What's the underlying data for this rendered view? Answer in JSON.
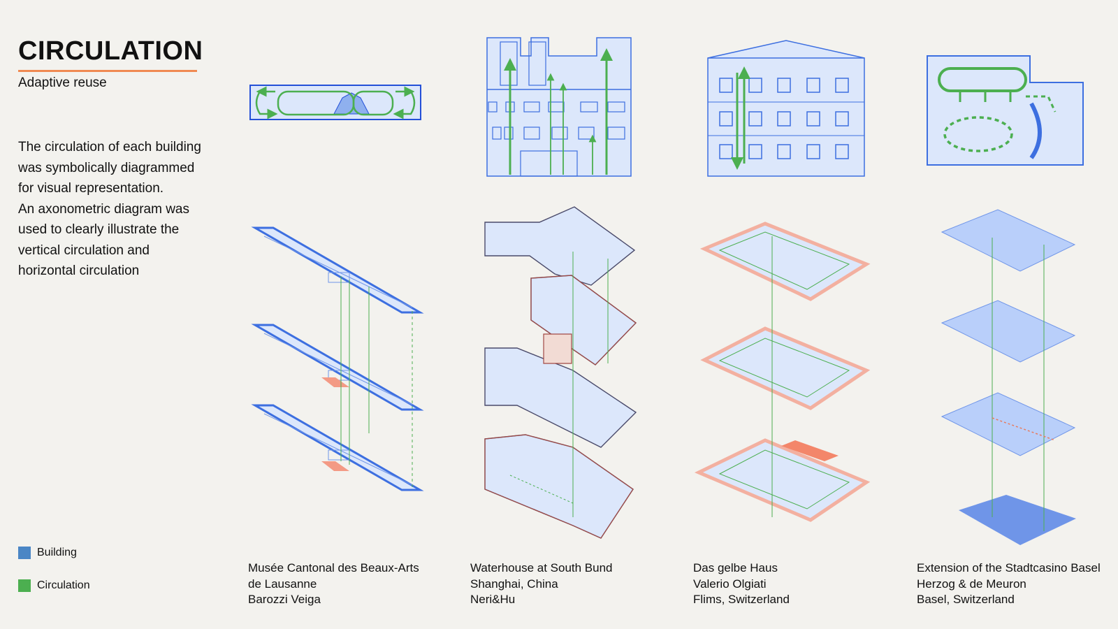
{
  "title": "CIRCULATION",
  "subtitle": "Adaptive reuse",
  "description": [
    "The circulation of each building was symbolically diagrammed for visual representation.",
    "An axonometric diagram was used to clearly illustrate the vertical circulation and horizontal circulation"
  ],
  "legend": [
    {
      "label": "Building",
      "color": "#4a86c5"
    },
    {
      "label": "Circulation",
      "color": "#4caf50"
    }
  ],
  "colors": {
    "building_fill": "#dce7fb",
    "building_stroke": "#3d6fe0",
    "circulation": "#4caf50",
    "accent": "#f08a52",
    "salmon": "#f39a85"
  },
  "projects": [
    {
      "name": "Musée Cantonal des Beaux-Arts",
      "name_line2": "de Lausanne",
      "architect": "Barozzi Veiga"
    },
    {
      "name": "Waterhouse at South Bund",
      "location": "Shanghai, China",
      "architect": "Neri&Hu"
    },
    {
      "name": "Das gelbe Haus",
      "architect": "Valerio Olgiati",
      "location": "Flims, Switzerland"
    },
    {
      "name": "Extension of the Stadtcasino Basel",
      "architect": "Herzog & de Meuron",
      "location": "Basel, Switzerland"
    }
  ]
}
